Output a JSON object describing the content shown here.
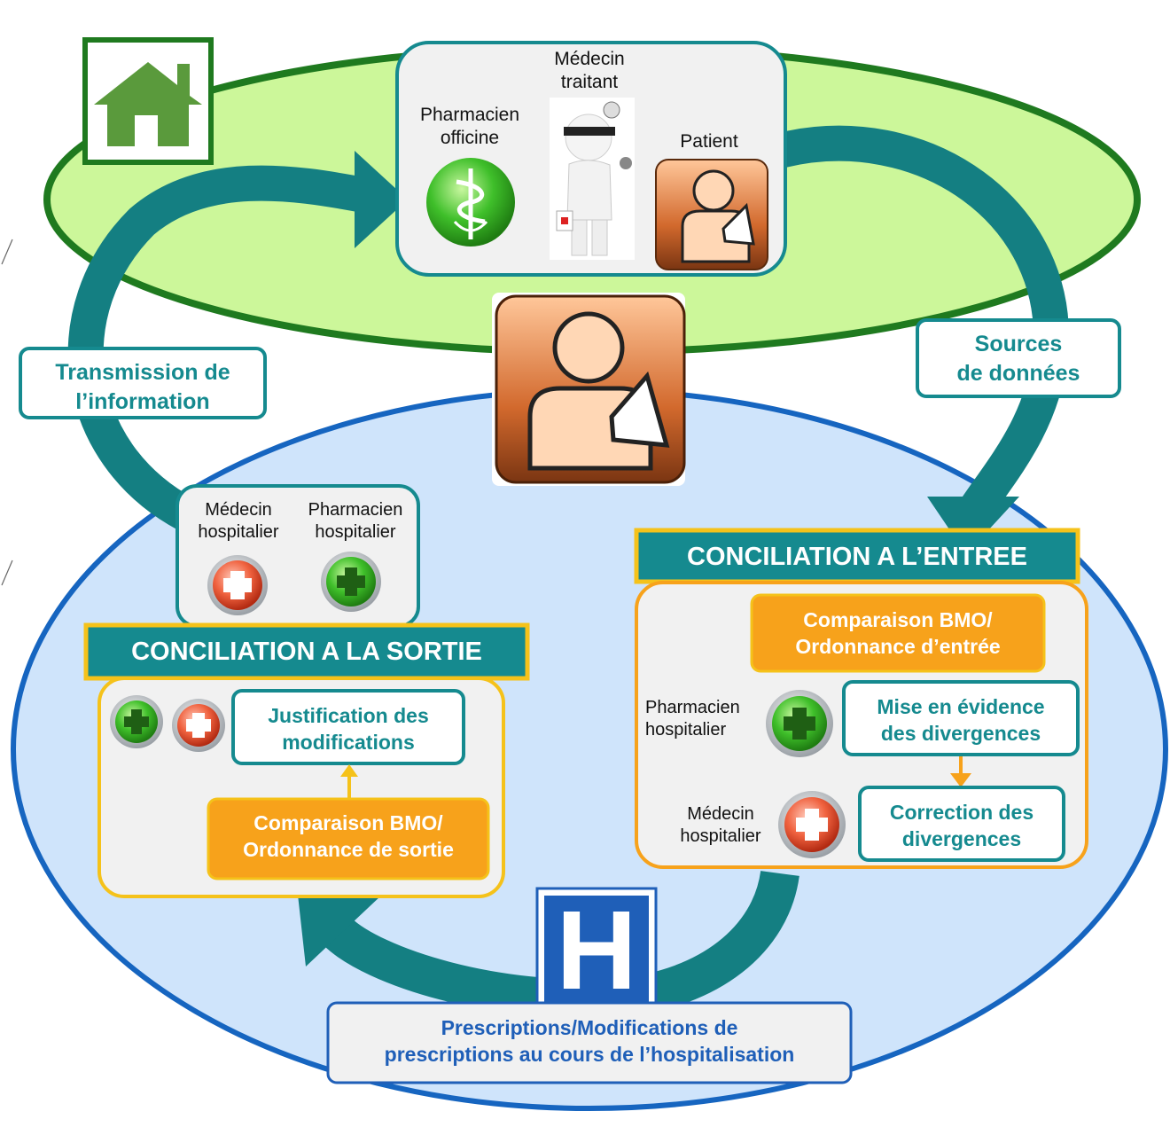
{
  "home": {
    "professionals": {
      "pharmacien_officine": "Pharmacien\nofficine",
      "medecin_traitant": "Médecin\ntraitant",
      "patient": "Patient"
    }
  },
  "arrows": {
    "sources": "Sources\nde données",
    "transmission": "Transmission de\nl’information"
  },
  "sortie": {
    "title": "CONCILIATION A LA SORTIE",
    "medecin": "Médecin\nhospitalier",
    "pharmacien": "Pharmacien\nhospitalier",
    "justification": "Justification des\nmodifications",
    "comparaison": "Comparaison BMO/\nOrdonnance de sortie"
  },
  "entree": {
    "title": "CONCILIATION A L’ENTREE",
    "comparaison": "Comparaison BMO/\nOrdonnance d’entrée",
    "pharmacien": "Pharmacien\nhospitalier",
    "mise_en_evidence": "Mise en évidence\ndes divergences",
    "medecin": "Médecin\nhospitalier",
    "correction": "Correction des\ndivergences"
  },
  "hospital": {
    "icon_letter": "H",
    "prescriptions": "Prescriptions/Modifications de\nprescriptions au cours de l’hospitalisation"
  },
  "colors": {
    "home_ellipse_fill": "#ccf79a",
    "home_ellipse_stroke": "#1f7a1f",
    "hospital_ellipse_fill": "#cfe4fb",
    "hospital_ellipse_stroke": "#1665c0",
    "teal": "#1a8a8c",
    "orange": "#f7a21b",
    "title_band": "#158a8f",
    "hospital_blue": "#1f5fb8"
  }
}
